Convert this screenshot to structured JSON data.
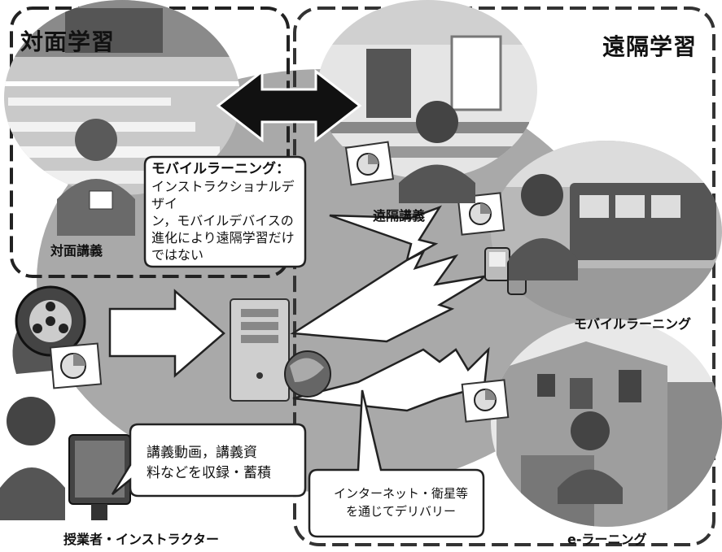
{
  "regions": {
    "face_to_face_title": "対面学習",
    "remote_title": "遠隔学習"
  },
  "labels": {
    "face_to_face_lecture": "対面講義",
    "remote_lecture": "遠隔講義",
    "mobile_learning": "モバイルラーニング",
    "e_learning": "e-ラーニング",
    "instructor": "授業者・インストラクター"
  },
  "bubbles": {
    "mobile_note_head": "モバイルラーニング：",
    "mobile_note_lines": [
      "インストラクショナルデザイ",
      "ン，モバイルデバイスの",
      "進化により遠隔学習だけ",
      "ではない"
    ],
    "record_lines": [
      "講義動画，講義資",
      "料などを収録・蓄積"
    ],
    "delivery_lines": [
      "インターネット・衛星等",
      "を通じてデリバリー"
    ]
  }
}
